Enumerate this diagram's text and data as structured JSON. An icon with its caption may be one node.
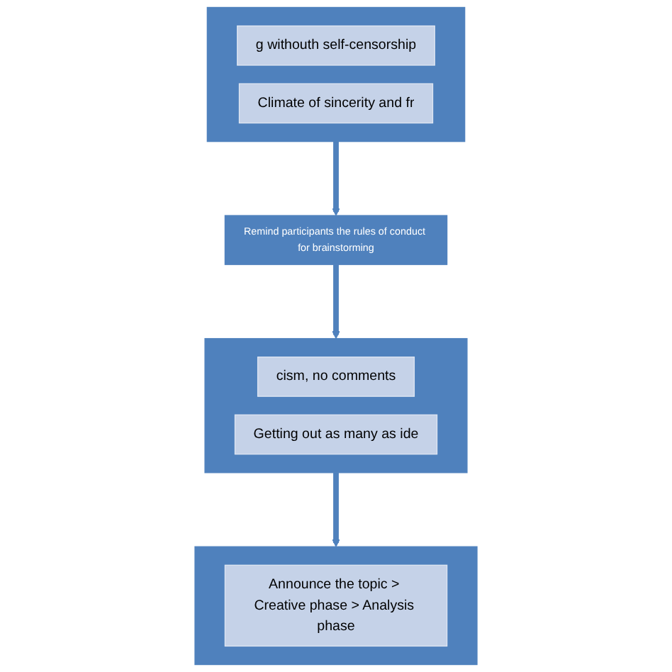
{
  "diagram": {
    "nodes": [
      {
        "text": [],
        "shape": "box"
      },
      {
        "text": [
          "g withouth self-censorship"
        ],
        "in": 0
      },
      {
        "text": [
          "Climate of sincerity and fr"
        ],
        "in": 0
      },
      {
        "text": [
          "Remind participants the rules of conduct for brainstorming"
        ]
      },
      {
        "text": [],
        "shape": "box"
      },
      {
        "text": [
          "cism, no comments"
        ],
        "in": 4
      },
      {
        "text": [
          "Getting out as many as ide"
        ],
        "in": 4
      },
      {
        "text": [],
        "shape": "box"
      },
      {
        "text": [
          "Announce the topic > Creative phase > Analysis phase"
        ],
        "in": 7
      }
    ],
    "edges": [
      {
        "from": 0,
        "to": 3,
        "arrow": "to"
      },
      {
        "from": 3,
        "to": 4,
        "arrow": "to"
      },
      {
        "from": 4,
        "to": 7,
        "arrow": "to"
      }
    ]
  }
}
